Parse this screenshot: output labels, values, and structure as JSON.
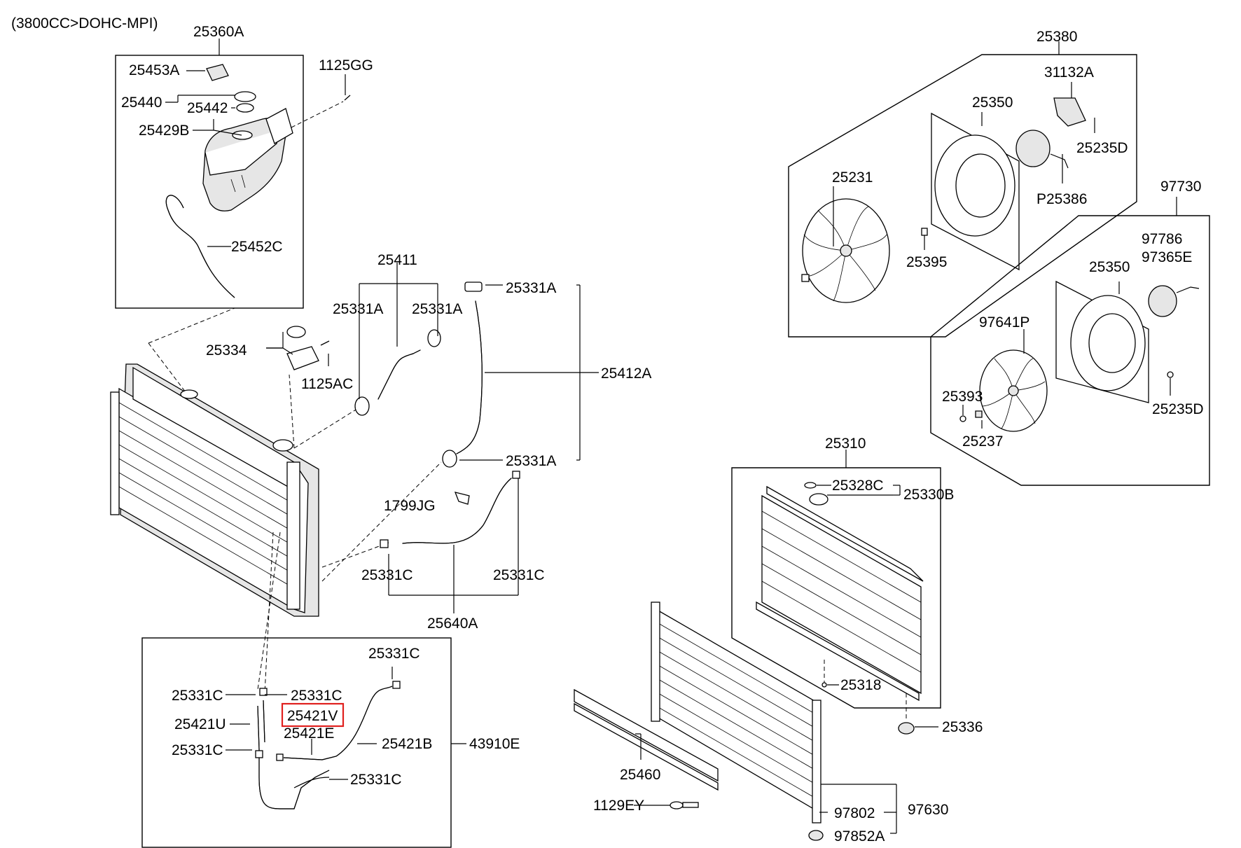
{
  "header": {
    "engine_spec": "(3800CC>DOHC-MPI)"
  },
  "labels": {
    "L25360A": "25360A",
    "L25453A": "25453A",
    "L25440": "25440",
    "L25442": "25442",
    "L25429B": "25429B",
    "L1125GG": "1125GG",
    "L25452C": "25452C",
    "L25411": "25411",
    "L25331A_1": "25331A",
    "L25331A_2": "25331A",
    "L25331A_3": "25331A",
    "L25331A_4": "25331A",
    "L25334": "25334",
    "L1125AC": "1125AC",
    "L25412A": "25412A",
    "L1799JG": "1799JG",
    "L25331C_1": "25331C",
    "L25331C_2": "25331C",
    "L25640A": "25640A",
    "L25380": "25380",
    "L31132A": "31132A",
    "L25350_1": "25350",
    "L25235D_1": "25235D",
    "L25231": "25231",
    "LP25386": "P25386",
    "L25395": "25395",
    "L97730": "97730",
    "L97786": "97786",
    "L97365E": "97365E",
    "L25350_2": "25350",
    "L97641P": "97641P",
    "L25393": "25393",
    "L25237": "25237",
    "L25235D_2": "25235D",
    "L25310": "25310",
    "L25328C": "25328C",
    "L25330B": "25330B",
    "L25318": "25318",
    "L25336": "25336",
    "L25460": "25460",
    "L1129EY": "1129EY",
    "L97802": "97802",
    "L97630": "97630",
    "L97852A": "97852A",
    "L25331C_3": "25331C",
    "L25331C_4": "25331C",
    "L25331C_5": "25331C",
    "L25421V": "25421V",
    "L25421U": "25421U",
    "L25421E": "25421E",
    "L25421B": "25421B",
    "L43910E": "43910E",
    "L25331C_6": "25331C",
    "L25331C_7": "25331C"
  },
  "highlight": {
    "part": "25421V",
    "color": "#e0201e"
  }
}
